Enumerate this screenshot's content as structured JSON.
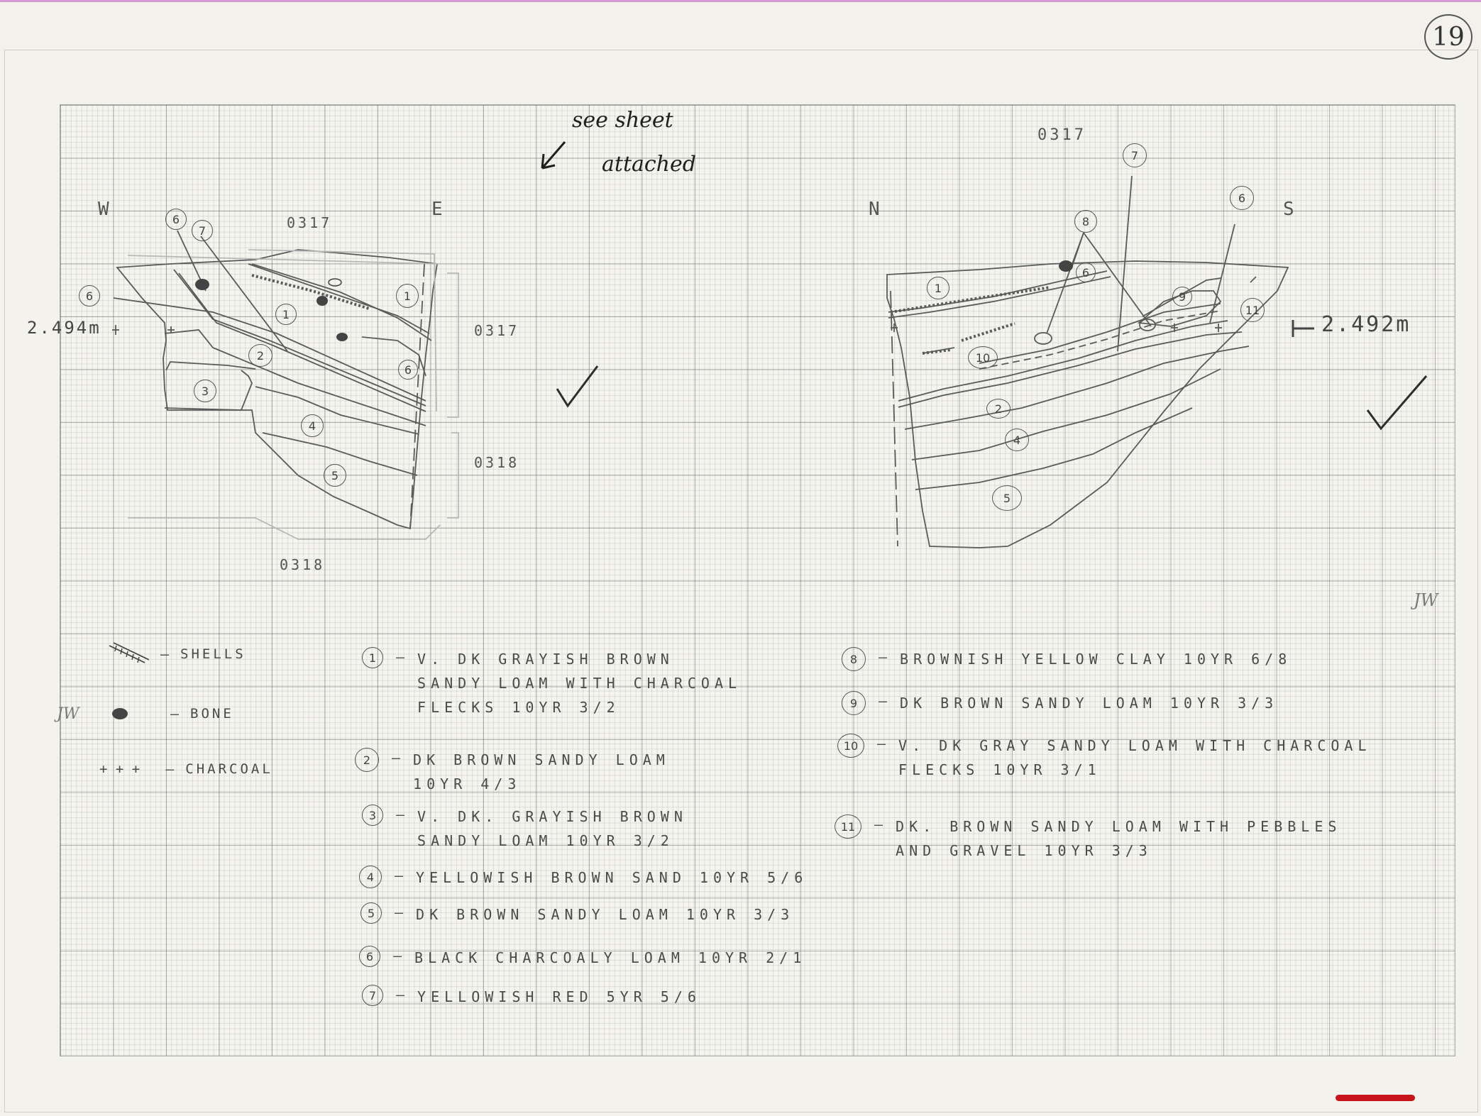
{
  "page_number": "19",
  "note": {
    "line1": "see sheet",
    "line2": "attached"
  },
  "west_section": {
    "dir_west": "W",
    "dir_east": "E",
    "grid_top": "0317",
    "grid_bottom": "0318",
    "grid_right_top": "0317",
    "grid_right_bottom": "0318",
    "elevation": "2.494m",
    "layer_labels": [
      "6",
      "7",
      "6",
      "1",
      "1",
      "2",
      "3",
      "4",
      "5",
      "6"
    ]
  },
  "north_section": {
    "dir_north": "N",
    "dir_south": "S",
    "grid_top": "0317",
    "elevation": "2.492m",
    "layer_labels": [
      "7",
      "8",
      "6",
      "6",
      "1",
      "9",
      "11",
      "10",
      "2",
      "4",
      "5"
    ]
  },
  "initials": "JW",
  "initials_small": "JW",
  "key": {
    "shells": "SHELLS",
    "bone": "BONE",
    "charcoal": "CHARCOAL",
    "charcoal_symbol": "+ + +"
  },
  "legend_left": [
    {
      "num": "1",
      "text": "V. DK GRAYISH BROWN\nSANDY LOAM WITH CHARCOAL\nFLECKS  10YR 3/2"
    },
    {
      "num": "2",
      "text": "DK BROWN SANDY LOAM\n10YR 4/3"
    },
    {
      "num": "3",
      "text": "V. DK. GRAYISH BROWN\nSANDY LOAM  10YR 3/2"
    },
    {
      "num": "4",
      "text": "YELLOWISH BROWN SAND 10YR 5/6"
    },
    {
      "num": "5",
      "text": "DK BROWN SANDY LOAM  10YR 3/3"
    },
    {
      "num": "6",
      "text": "BLACK CHARCOALY LOAM  10YR 2/1"
    },
    {
      "num": "7",
      "text": "YELLOWISH RED  5YR 5/6"
    }
  ],
  "legend_right": [
    {
      "num": "8",
      "text": "BROWNISH YELLOW CLAY  10YR 6/8"
    },
    {
      "num": "9",
      "text": "DK BROWN SANDY LOAM  10YR 3/3"
    },
    {
      "num": "10",
      "text": "V. DK GRAY SANDY LOAM WITH CHARCOAL\nFLECKS  10YR  3/1"
    },
    {
      "num": "11",
      "text": "DK. BROWN SANDY LOAM WITH PEBBLES\nAND GRAVEL  10YR 3/3"
    }
  ],
  "colors": {
    "pencil": "#555555",
    "ink": "#1f1f1f",
    "red_mark": "#c7141a"
  }
}
